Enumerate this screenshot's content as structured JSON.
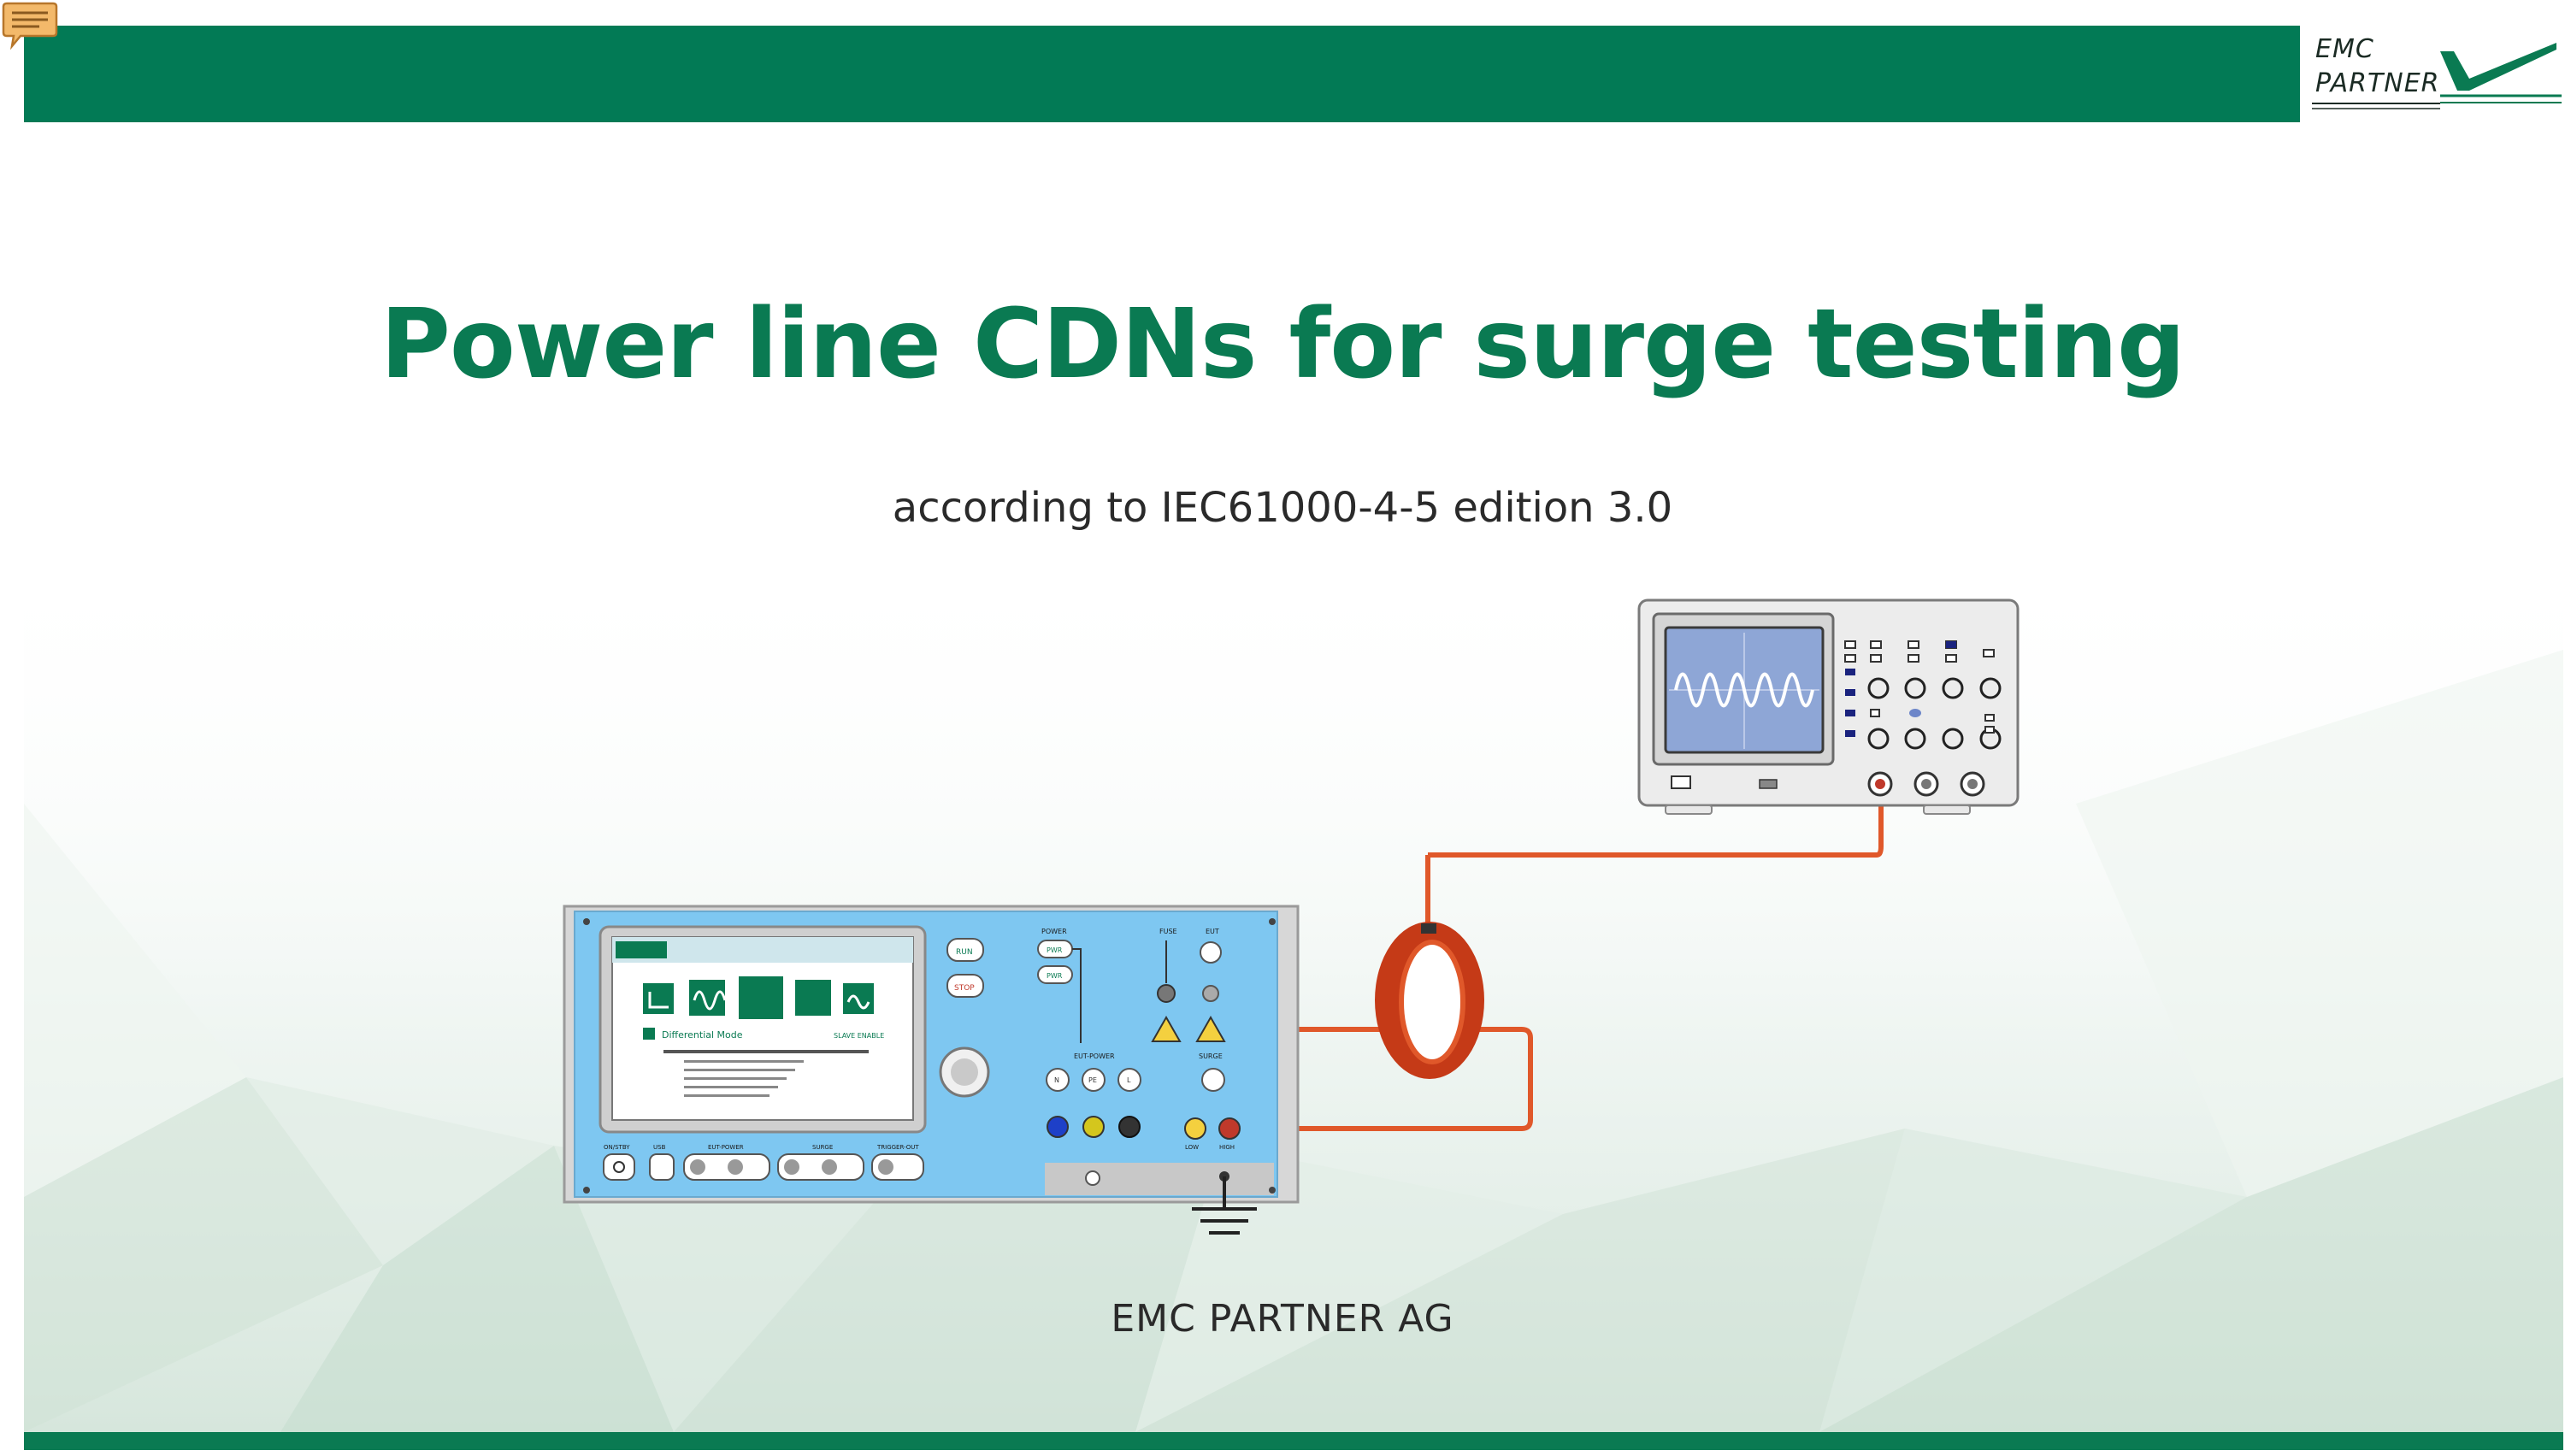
{
  "slide": {
    "title": "Power line CDNs for surge testing",
    "subtitle": "according to IEC61000-4-5 edition 3.0",
    "company": "EMC PARTNER AG"
  },
  "logo": {
    "line1": "EMC",
    "line2": "PARTNER"
  },
  "colors": {
    "brand_green": "#027a55",
    "title_green": "#0a7a52",
    "panel_blue": "#7ec7f1",
    "cable_orange": "#e0582a"
  },
  "generator": {
    "screen_mode_label": "Differential Mode",
    "screen_status": "SLAVE ENABLE",
    "buttons": {
      "run": "RUN",
      "stop": "STOP"
    },
    "sections": {
      "power": "POWER",
      "fuse": "FUSE",
      "eut": "EUT",
      "eut_power": "EUT-POWER",
      "surge": "SURGE"
    },
    "power_buttons": [
      "PWR",
      "PWR"
    ],
    "eut_power_terminals": [
      "N",
      "PE",
      "L"
    ],
    "surge_terminals": [
      "LOW",
      "HIGH"
    ],
    "bottom_labels": [
      "ON/STBY",
      "USB",
      "EUT-POWER",
      "SURGE",
      "TRIGGER-OUT"
    ]
  },
  "oscilloscope": {
    "icon": "oscilloscope-icon"
  },
  "current_probe": {
    "icon": "current-clamp-icon"
  }
}
